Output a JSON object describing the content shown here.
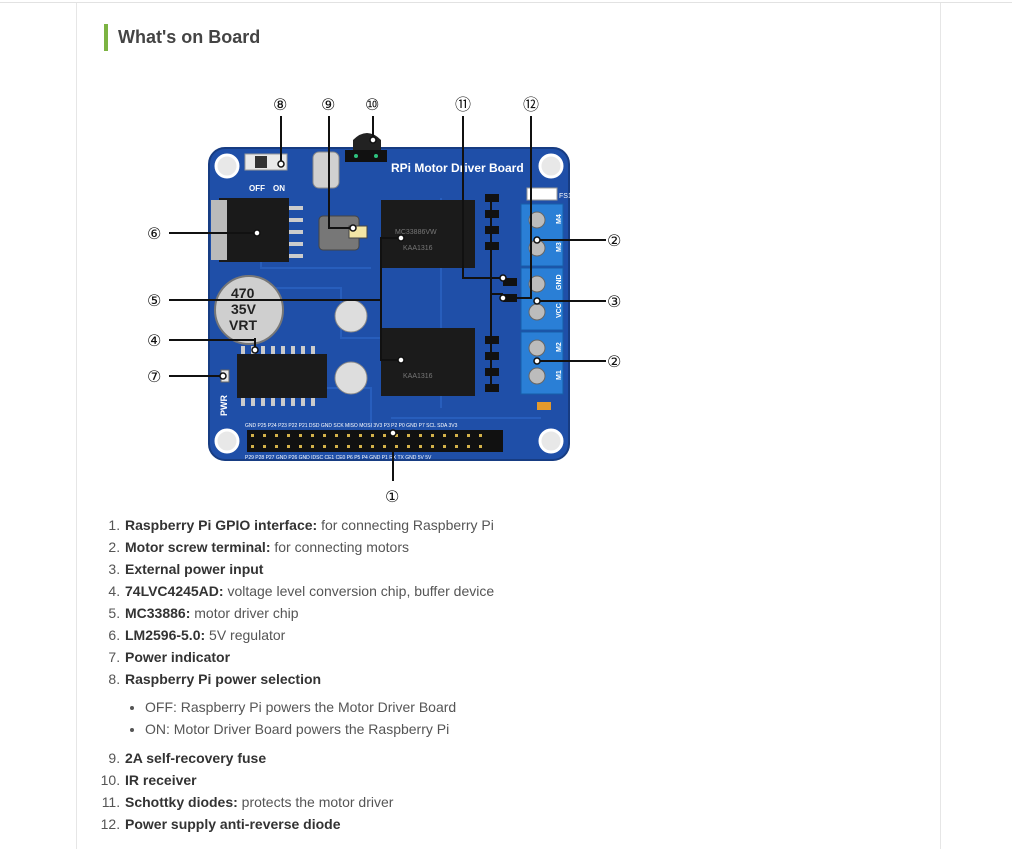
{
  "section": {
    "title": "What's on Board"
  },
  "board": {
    "silkscreen_title": "RPi Motor Driver Board",
    "switch_labels": [
      "OFF",
      "ON"
    ],
    "terminal_labels": [
      "M4",
      "M3",
      "GND",
      "VCC",
      "M2",
      "M1"
    ],
    "pwr_label": "PWR",
    "fuse_label": "FS1",
    "capacitor_large": [
      "470",
      "35V",
      "VRT"
    ],
    "chip_marking": "MC33886VW",
    "chip_marking_2": "KAA1316",
    "pin_labels_top": "GND P25 P24 P23 P22 P21 DSD GND SCK MISO MOSI 3V3 P3 P2 P0 GND P7 SCL SDA 3V3",
    "pin_labels_bottom": "P29 P28 P27 GND P26 GND IDSC CE1 CE0 P6 P5 P4 GND P1 RX TX GND 5V 5V"
  },
  "callouts": [
    "①",
    "②",
    "②",
    "③",
    "④",
    "⑤",
    "⑥",
    "⑦",
    "⑧",
    "⑨",
    "⑩",
    "⑪",
    "⑫"
  ],
  "items": [
    {
      "title": "Raspberry Pi GPIO interface:",
      "desc": " for connecting Raspberry Pi"
    },
    {
      "title": "Motor screw terminal:",
      "desc": " for connecting motors"
    },
    {
      "title": "External power input",
      "desc": ""
    },
    {
      "title": "74LVC4245AD:",
      "desc": " voltage level conversion chip, buffer device"
    },
    {
      "title": "MC33886:",
      "desc": " motor driver chip"
    },
    {
      "title": "LM2596-5.0:",
      "desc": " 5V regulator"
    },
    {
      "title": "Power indicator",
      "desc": ""
    },
    {
      "title": "Raspberry Pi power selection",
      "desc": "",
      "sub": [
        "OFF: Raspberry Pi powers the Motor Driver Board",
        "ON: Motor Driver Board powers the Raspberry Pi"
      ]
    },
    {
      "title": "2A self-recovery fuse",
      "desc": ""
    },
    {
      "title": "IR receiver",
      "desc": ""
    },
    {
      "title": "Schottky diodes:",
      "desc": " protects the motor driver"
    },
    {
      "title": "Power supply anti-reverse diode",
      "desc": ""
    }
  ]
}
